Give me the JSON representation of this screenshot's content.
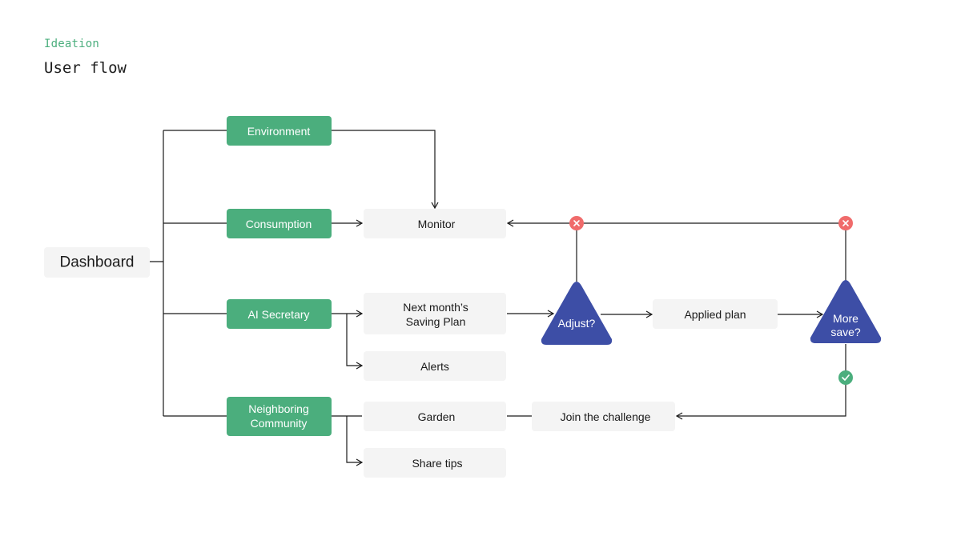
{
  "header": {
    "eyebrow": "Ideation",
    "title": "User flow"
  },
  "nodes": {
    "dashboard": "Dashboard",
    "environment": "Environment",
    "consumption": "Consumption",
    "ai_secretary": "AI Secretary",
    "neighboring_community": [
      "Neighboring",
      "Community"
    ],
    "monitor": "Monitor",
    "saving_plan": [
      "Next month’s",
      "Saving Plan"
    ],
    "alerts": "Alerts",
    "garden": "Garden",
    "share_tips": "Share tips",
    "adjust": "Adjust?",
    "applied_plan": "Applied plan",
    "more_save": [
      "More",
      "save?"
    ],
    "join_challenge": "Join the challenge"
  },
  "colors": {
    "accent_green": "#4bae7d",
    "decision_blue": "#3d4ea6",
    "reject_red": "#f06b6b",
    "node_gray": "#f4f4f4"
  },
  "icons": {
    "reject": "x-circle-icon",
    "accept": "check-circle-icon"
  }
}
